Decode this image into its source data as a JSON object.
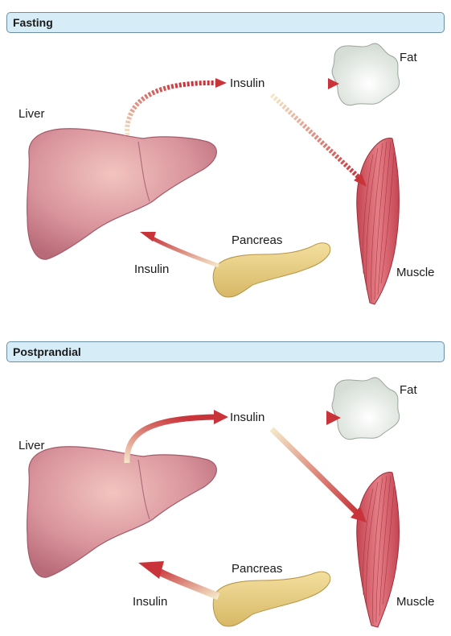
{
  "panels": [
    {
      "title": "Fasting",
      "labels": {
        "liver": "Liver",
        "insulin_top": "Insulin",
        "fat": "Fat",
        "muscle": "Muscle",
        "pancreas": "Pancreas",
        "insulin_bottom": "Insulin"
      },
      "arrow_style": "dashed"
    },
    {
      "title": "Postprandial",
      "labels": {
        "liver": "Liver",
        "insulin_top": "Insulin",
        "fat": "Fat",
        "muscle": "Muscle",
        "pancreas": "Pancreas",
        "insulin_bottom": "Insulin"
      },
      "arrow_style": "solid"
    }
  ],
  "colors": {
    "arrow_red": "#c8343a",
    "arrow_pale": "#f4e8c8",
    "liver": "#d9949c",
    "fat": "#e6ece6",
    "muscle": "#d9636c",
    "pancreas": "#e8cf84",
    "header_bg": "#d6ecf7"
  }
}
